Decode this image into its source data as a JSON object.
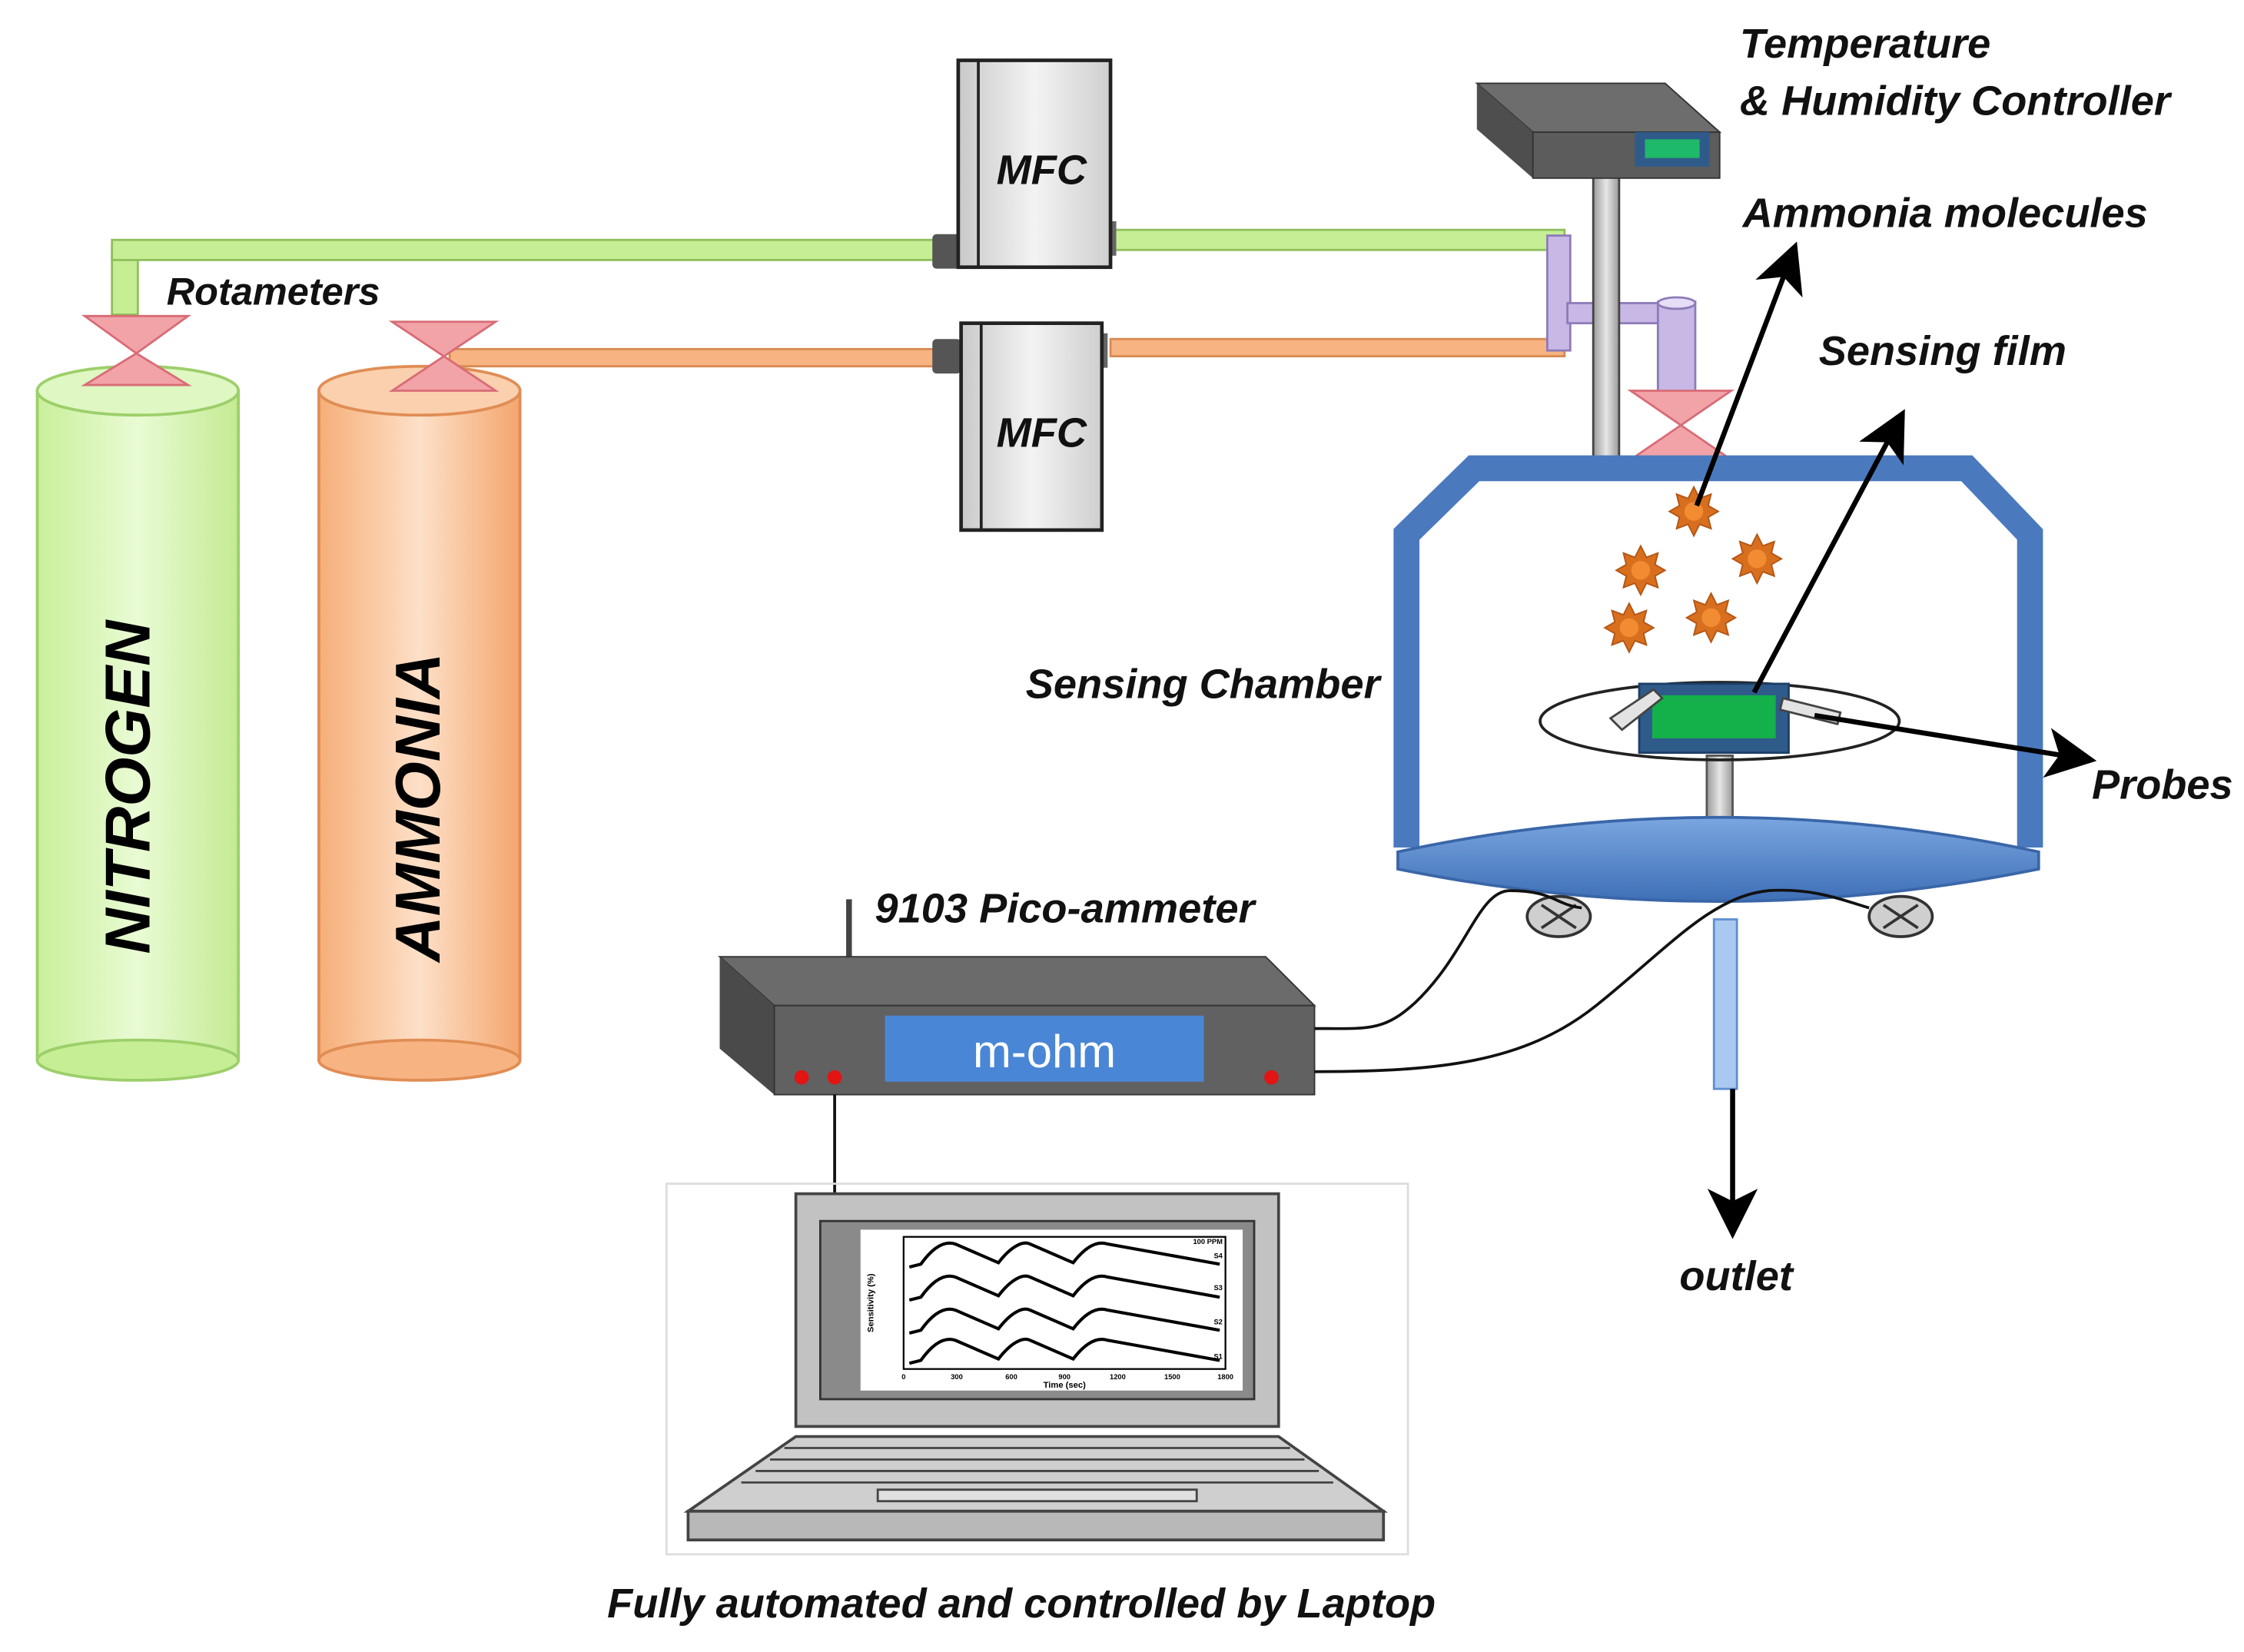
{
  "labels": {
    "temp_controller_line1": "Temperature",
    "temp_controller_line2": "& Humidity Controller",
    "ammonia_molecules": "Ammonia molecules",
    "sensing_film": "Sensing film",
    "rotameters": "Rotameters",
    "sensing_chamber": "Sensing Chamber",
    "probes": "Probes",
    "pico_ammeter": "9103 Pico-ammeter",
    "outlet": "outlet",
    "caption": "Fully automated and controlled by Laptop"
  },
  "mfc": {
    "top_label": "MFC",
    "bottom_label": "MFC"
  },
  "cylinders": {
    "nitrogen": "NITROGEN",
    "ammonia": "AMMONIA"
  },
  "meter": {
    "display": "m-ohm"
  },
  "laptop_plot": {
    "legend": "100 PPM",
    "series_labels": [
      "S4",
      "S3",
      "S2",
      "S1"
    ],
    "ylabel": "Sensitivity (%)",
    "xlabel": "Time (sec)",
    "xticks": [
      "0",
      "300",
      "600",
      "900",
      "1200",
      "1500",
      "1800"
    ]
  },
  "colors": {
    "nitrogen_gas": "#c6ee94",
    "ammonia_gas": "#f7b381",
    "chamber_blue": "#4a79be",
    "meter_display": "#4a86d6",
    "film_green": "#14b04a",
    "valve_red": "#f1a3a8"
  }
}
